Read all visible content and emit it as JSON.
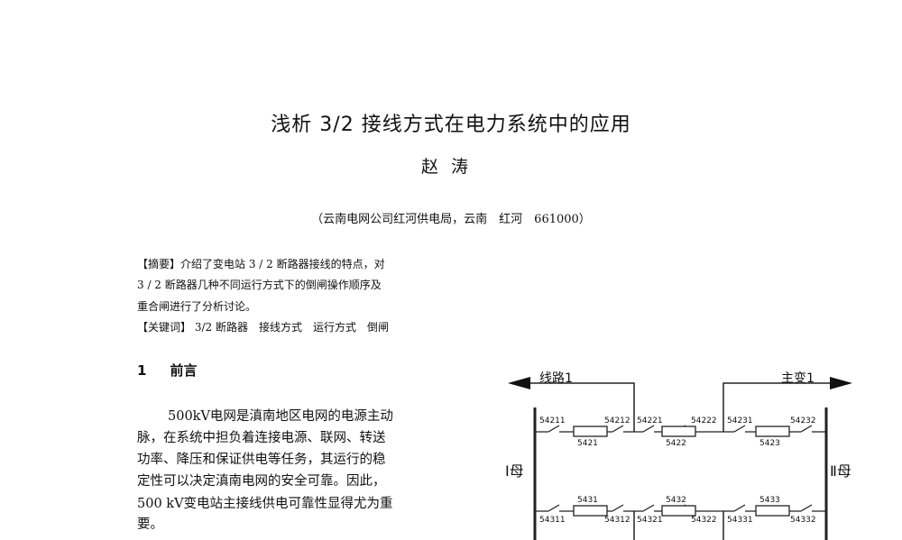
{
  "paper": {
    "title": "浅析 3/2 接线方式在电力系统中的应用",
    "author": "赵涛",
    "affiliation": "（云南电网公司红河供电局，云南　红河　661000）",
    "abstract_lines": [
      "【摘要】介绍了变电站 3 / 2 断路器接线的特点，对",
      "3 / 2 断路器几种不同运行方式下的倒闸操作顺序及",
      "重合闸进行了分析讨论。",
      "【关键词】 3/2 断路器　接线方式　运行方式　倒闸"
    ],
    "section": {
      "number": "1",
      "title": "前言"
    },
    "body_lines": [
      "500kV电网是滇南地区电网的电源主动",
      "脉，在系统中担负着连接电源、联网、转送",
      "功率、降压和保证供电等任务，其运行的稳",
      "定性可以决定滇南电网的安全可靠。因此，",
      "500 kV变电站主接线供电可靠性显得尤为重",
      "要。"
    ]
  },
  "diagram": {
    "line_label": "线路1",
    "transformer_label": "主变1",
    "bus1_label": "Ⅰ母",
    "bus2_label": "Ⅱ母",
    "top_breakers": [
      "5421",
      "5422",
      "5423"
    ],
    "top_switches": [
      "54211",
      "54212",
      "54221",
      "54222",
      "54231",
      "54232"
    ],
    "bottom_breakers": [
      "5431",
      "5432",
      "5433"
    ],
    "bottom_switches": [
      "54311",
      "54312",
      "54321",
      "54322",
      "54331",
      "54332"
    ]
  }
}
